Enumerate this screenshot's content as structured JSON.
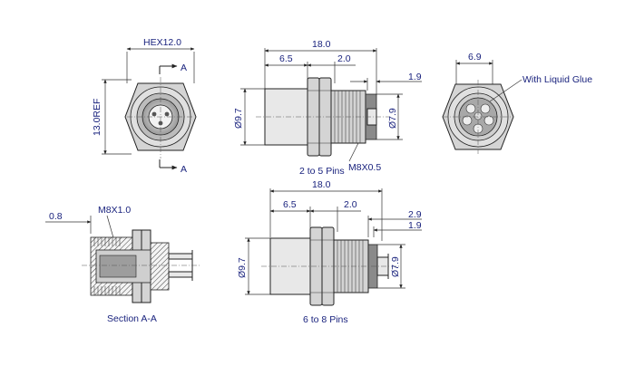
{
  "front_view": {
    "hex_label": "HEX12.0",
    "height_label": "13.0REF",
    "section_mark_top": "A",
    "section_mark_bottom": "A"
  },
  "side_view_top": {
    "overall_length": "18.0",
    "body_length": "6.5",
    "thread_length": "2.0",
    "pin_offset": "1.9",
    "body_diameter": "Ø9.7",
    "pin_diameter": "Ø7.9",
    "thread_spec": "M8X0.5",
    "pins_label": "2 to 5 Pins"
  },
  "rear_view": {
    "width_label": "6.9",
    "glue_note": "With Liquid Glue"
  },
  "section_view": {
    "offset_label": "0.8",
    "thread_spec": "M8X1.0",
    "title": "Section A-A"
  },
  "side_view_bottom": {
    "overall_length": "18.0",
    "body_length": "6.5",
    "thread_length": "2.0",
    "pin_offset_outer": "2.9",
    "pin_offset_inner": "1.9",
    "body_diameter": "Ø9.7",
    "pin_diameter": "Ø7.9",
    "pins_label": "6 to 8 Pins"
  },
  "colors": {
    "dimension_text": "#1a237e",
    "body_fill": "#d4d4d4",
    "line": "#222222"
  }
}
